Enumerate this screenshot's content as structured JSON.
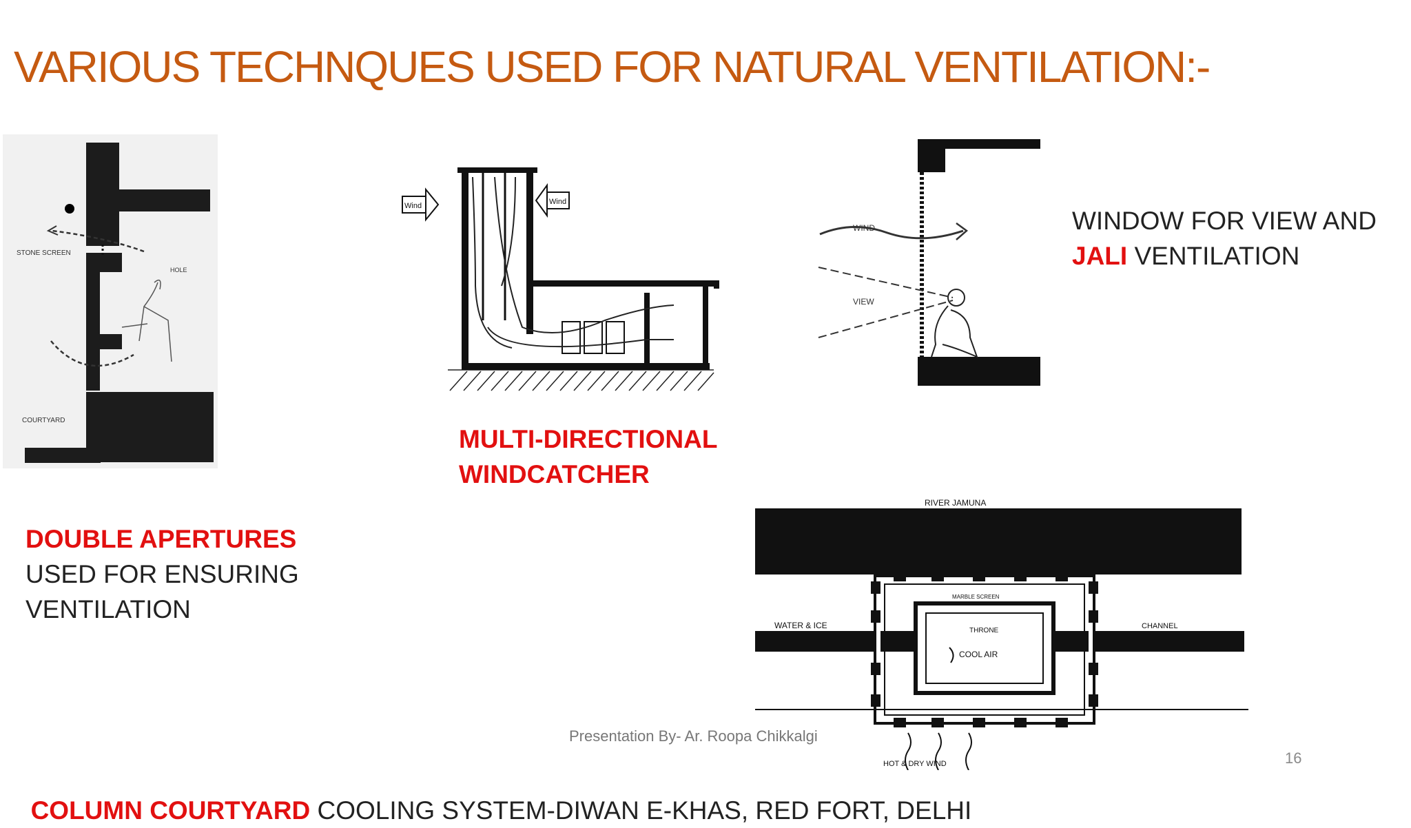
{
  "slide": {
    "title": "VARIOUS TECHNQUES USED FOR NATURAL VENTILATION:-",
    "footer": "Presentation By- Ar. Roopa Chikkalgi",
    "page_number": "16"
  },
  "captions": {
    "double_apertures": {
      "highlight": "DOUBLE APERTURES",
      "line2": "USED FOR ENSURING",
      "line3": "VENTILATION"
    },
    "windcatcher": {
      "line1": "MULTI-DIRECTIONAL",
      "line2": "WINDCATCHER"
    },
    "jali": {
      "line1": "WINDOW FOR VIEW AND",
      "highlight": "JALI",
      "line2_rest": " VENTILATION"
    },
    "courtyard": {
      "highlight": "COLUMN COURTYARD",
      "rest": " COOLING SYSTEM-DIWAN E-KHAS, RED FORT, DELHI"
    }
  },
  "diagram_labels": {
    "double_apertures": {
      "screen": "STONE SCREEN",
      "courtyard": "COURTYARD",
      "hole": "HOLE"
    },
    "windcatcher": {
      "wind_left": "Wind",
      "wind_right": "Wind"
    },
    "jali": {
      "wind": "WIND",
      "view": "VIEW"
    },
    "diwan": {
      "river": "RIVER JAMUNA",
      "water_ice": "WATER & ICE",
      "throne": "THRONE",
      "cool_air": "COOL AIR",
      "channel": "CHANNEL",
      "marble_screen": "MARBLE SCREEN",
      "hot_dry_wind": "HOT & DRY WIND"
    }
  },
  "colors": {
    "title": "#c55a11",
    "highlight": "#e21010",
    "text": "#1f1f1f"
  }
}
